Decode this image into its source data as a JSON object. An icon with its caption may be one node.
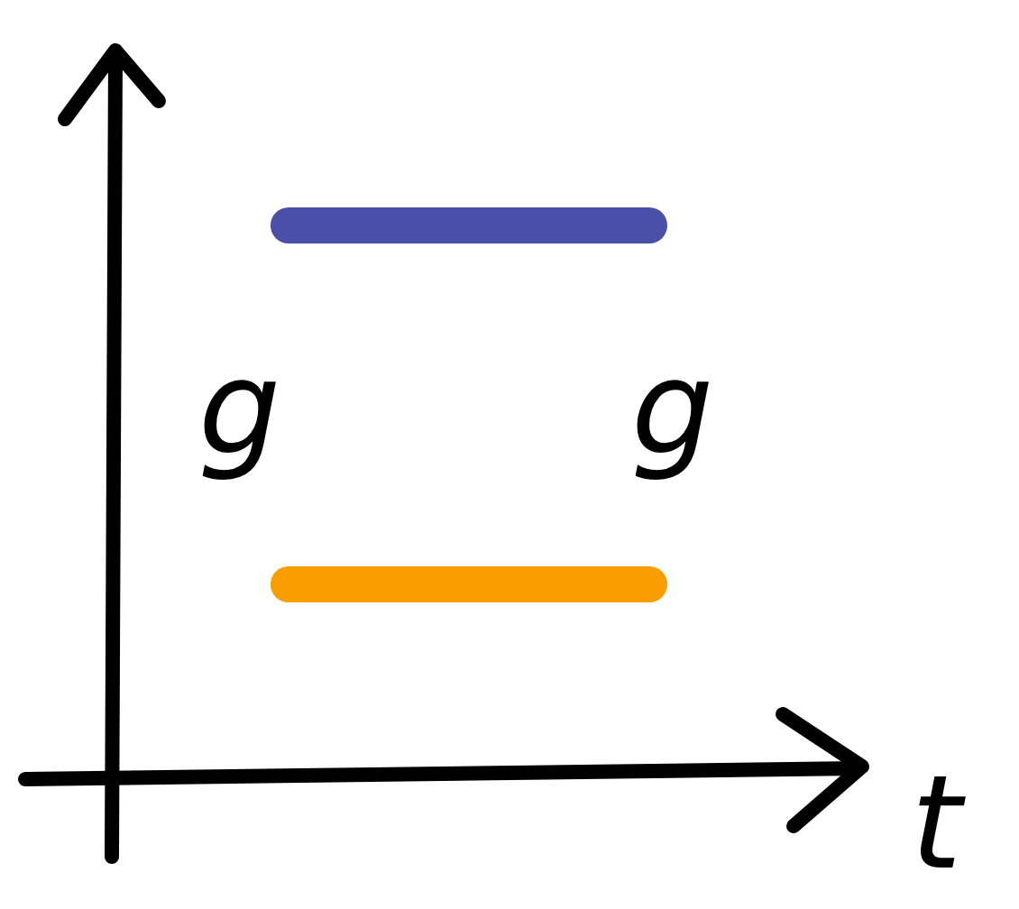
{
  "diagram": {
    "nodes": [
      {
        "text": [],
        "shape": "bar"
      },
      {
        "text": [],
        "shape": "bar"
      }
    ],
    "labels": [
      "g",
      "g",
      "t"
    ]
  }
}
